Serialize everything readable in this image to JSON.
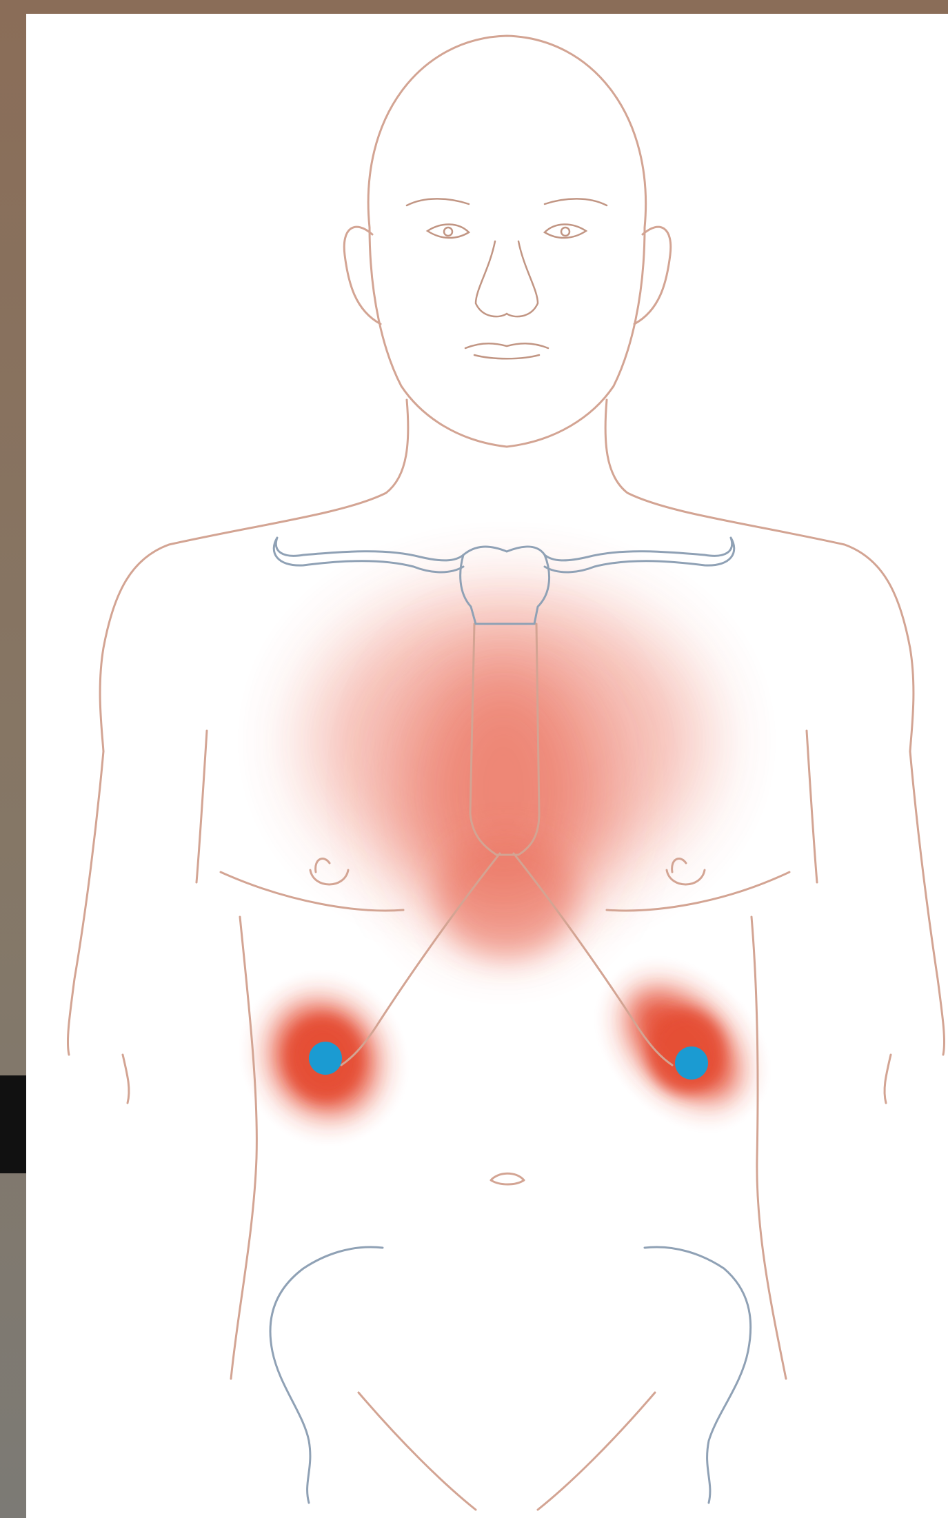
{
  "figure": {
    "colors": {
      "frame": "#867262",
      "panel": "#ffffff",
      "body_outline": "#d3a493",
      "bone_outline": "#8fa1b5",
      "pain_referral": "#e4452a",
      "trigger_point": "#1b9bd2"
    },
    "regions": [
      {
        "id": "chest",
        "type": "referred-pain",
        "intensity": 0.75
      },
      {
        "id": "right-costal-margin",
        "type": "referred-pain",
        "intensity": 0.95
      },
      {
        "id": "left-costal-margin",
        "type": "referred-pain",
        "intensity": 0.95
      }
    ],
    "trigger_points": [
      {
        "id": "right-trigger-point",
        "side": "right"
      },
      {
        "id": "left-trigger-point",
        "side": "left"
      }
    ]
  }
}
